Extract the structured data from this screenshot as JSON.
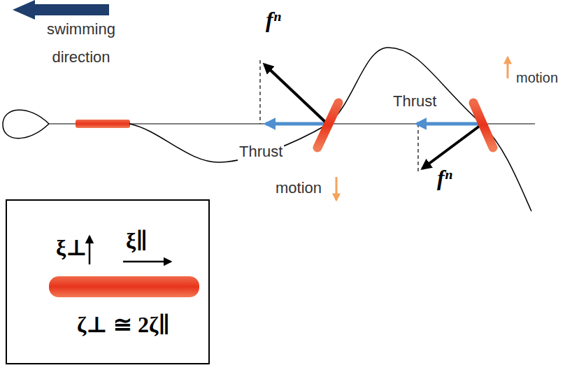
{
  "diagram": {
    "nodes": [
      {
        "text": [
          "ξ⊥",
          "ξ∥",
          "ζ⊥ ≅ 2ζ∥"
        ]
      }
    ],
    "labels": [
      "swimming direction",
      "fⁿ",
      "Thrust",
      "motion",
      "Thrust",
      "fⁿ",
      "motion"
    ]
  }
}
